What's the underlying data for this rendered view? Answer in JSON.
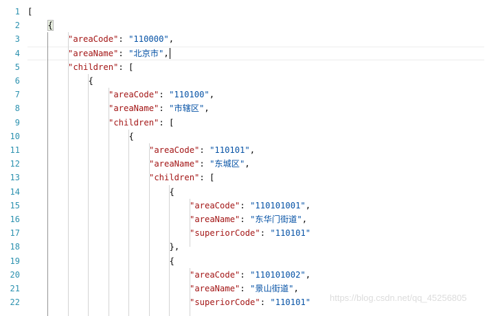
{
  "editor": {
    "language": "json",
    "current_line": 4,
    "lines": [
      {
        "n": "1",
        "indent": 0,
        "parts": [
          [
            "p",
            "["
          ]
        ]
      },
      {
        "n": "2",
        "indent": 1,
        "parts": [
          [
            "bm",
            "{"
          ]
        ]
      },
      {
        "n": "3",
        "indent": 2,
        "parts": [
          [
            "k",
            "\"areaCode\""
          ],
          [
            "p",
            ": "
          ],
          [
            "s",
            "\"110000\""
          ],
          [
            "p",
            ","
          ]
        ]
      },
      {
        "n": "4",
        "indent": 2,
        "parts": [
          [
            "k",
            "\"areaName\""
          ],
          [
            "p",
            ": "
          ],
          [
            "s",
            "\"北京市\""
          ],
          [
            "p",
            ","
          ]
        ]
      },
      {
        "n": "5",
        "indent": 2,
        "parts": [
          [
            "k",
            "\"children\""
          ],
          [
            "p",
            ": ["
          ]
        ]
      },
      {
        "n": "6",
        "indent": 3,
        "parts": [
          [
            "p",
            "{"
          ]
        ]
      },
      {
        "n": "7",
        "indent": 4,
        "parts": [
          [
            "k",
            "\"areaCode\""
          ],
          [
            "p",
            ": "
          ],
          [
            "s",
            "\"110100\""
          ],
          [
            "p",
            ","
          ]
        ]
      },
      {
        "n": "8",
        "indent": 4,
        "parts": [
          [
            "k",
            "\"areaName\""
          ],
          [
            "p",
            ": "
          ],
          [
            "s",
            "\"市辖区\""
          ],
          [
            "p",
            ","
          ]
        ]
      },
      {
        "n": "9",
        "indent": 4,
        "parts": [
          [
            "k",
            "\"children\""
          ],
          [
            "p",
            ": ["
          ]
        ]
      },
      {
        "n": "10",
        "indent": 5,
        "parts": [
          [
            "p",
            "{"
          ]
        ]
      },
      {
        "n": "11",
        "indent": 6,
        "parts": [
          [
            "k",
            "\"areaCode\""
          ],
          [
            "p",
            ": "
          ],
          [
            "s",
            "\"110101\""
          ],
          [
            "p",
            ","
          ]
        ]
      },
      {
        "n": "12",
        "indent": 6,
        "parts": [
          [
            "k",
            "\"areaName\""
          ],
          [
            "p",
            ": "
          ],
          [
            "s",
            "\"东城区\""
          ],
          [
            "p",
            ","
          ]
        ]
      },
      {
        "n": "13",
        "indent": 6,
        "parts": [
          [
            "k",
            "\"children\""
          ],
          [
            "p",
            ": ["
          ]
        ]
      },
      {
        "n": "14",
        "indent": 7,
        "parts": [
          [
            "p",
            "{"
          ]
        ]
      },
      {
        "n": "15",
        "indent": 8,
        "parts": [
          [
            "k",
            "\"areaCode\""
          ],
          [
            "p",
            ": "
          ],
          [
            "s",
            "\"110101001\""
          ],
          [
            "p",
            ","
          ]
        ]
      },
      {
        "n": "16",
        "indent": 8,
        "parts": [
          [
            "k",
            "\"areaName\""
          ],
          [
            "p",
            ": "
          ],
          [
            "s",
            "\"东华门街道\""
          ],
          [
            "p",
            ","
          ]
        ]
      },
      {
        "n": "17",
        "indent": 8,
        "parts": [
          [
            "k",
            "\"superiorCode\""
          ],
          [
            "p",
            ": "
          ],
          [
            "s",
            "\"110101\""
          ]
        ]
      },
      {
        "n": "18",
        "indent": 7,
        "parts": [
          [
            "p",
            "},"
          ]
        ]
      },
      {
        "n": "19",
        "indent": 7,
        "parts": [
          [
            "p",
            "{"
          ]
        ]
      },
      {
        "n": "20",
        "indent": 8,
        "parts": [
          [
            "k",
            "\"areaCode\""
          ],
          [
            "p",
            ": "
          ],
          [
            "s",
            "\"110101002\""
          ],
          [
            "p",
            ","
          ]
        ]
      },
      {
        "n": "21",
        "indent": 8,
        "parts": [
          [
            "k",
            "\"areaName\""
          ],
          [
            "p",
            ": "
          ],
          [
            "s",
            "\"景山街道\""
          ],
          [
            "p",
            ","
          ]
        ]
      },
      {
        "n": "22",
        "indent": 8,
        "parts": [
          [
            "k",
            "\"superiorCode\""
          ],
          [
            "p",
            ": "
          ],
          [
            "s",
            "\"110101\""
          ]
        ]
      }
    ]
  },
  "colors": {
    "line_number": "#2b91af",
    "key": "#a31515",
    "string": "#0451a5",
    "punctuation": "#000000",
    "indent_guide": "#d3d3d3",
    "active_indent_guide": "#939393"
  },
  "watermark": "https://blog.csdn.net/qq_45256805"
}
